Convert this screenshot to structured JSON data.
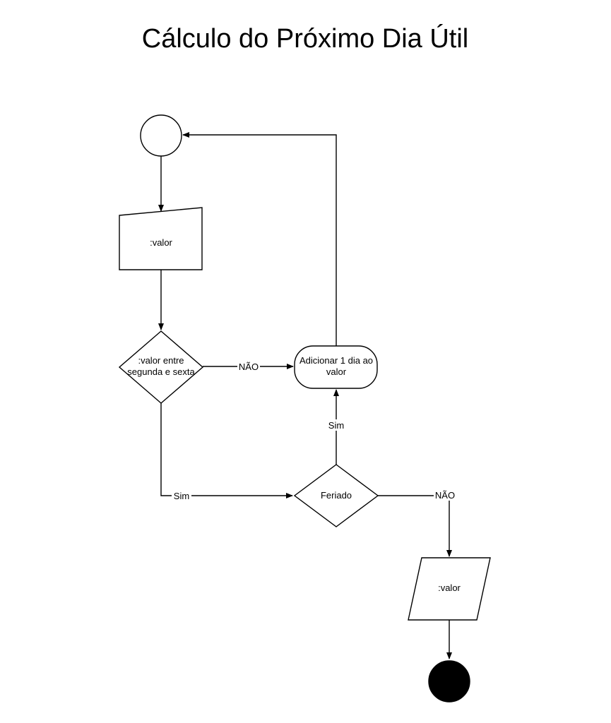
{
  "title": "Cálculo do Próximo Dia Útil",
  "nodes": {
    "start": {
      "type": "start-circle"
    },
    "input_valor": {
      "type": "manual-input",
      "label": ":valor"
    },
    "decision_weekday": {
      "type": "decision",
      "label_line1": ":valor entre",
      "label_line2": "segunda e sexta"
    },
    "add_day": {
      "type": "process-rounded",
      "label_line1": "Adicionar 1 dia ao",
      "label_line2": "valor"
    },
    "decision_holiday": {
      "type": "decision",
      "label": "Feriado"
    },
    "output_valor": {
      "type": "data-io",
      "label": ":valor"
    },
    "end": {
      "type": "end-circle"
    }
  },
  "edges": {
    "weekday_no": {
      "from": "decision_weekday",
      "to": "add_day",
      "label": "NÃO"
    },
    "weekday_yes": {
      "from": "decision_weekday",
      "to": "decision_holiday",
      "label": "Sim"
    },
    "holiday_yes": {
      "from": "decision_holiday",
      "to": "add_day",
      "label": "Sim"
    },
    "holiday_no": {
      "from": "decision_holiday",
      "to": "output_valor",
      "label": "NÃO"
    },
    "loop_back": {
      "from": "add_day",
      "to": "start",
      "label": ""
    },
    "start_to_input": {
      "from": "start",
      "to": "input_valor",
      "label": ""
    },
    "input_to_decision": {
      "from": "input_valor",
      "to": "decision_weekday",
      "label": ""
    },
    "output_to_end": {
      "from": "output_valor",
      "to": "end",
      "label": ""
    }
  },
  "colors": {
    "stroke": "#000000",
    "fill": "#ffffff",
    "end_fill": "#000000"
  }
}
